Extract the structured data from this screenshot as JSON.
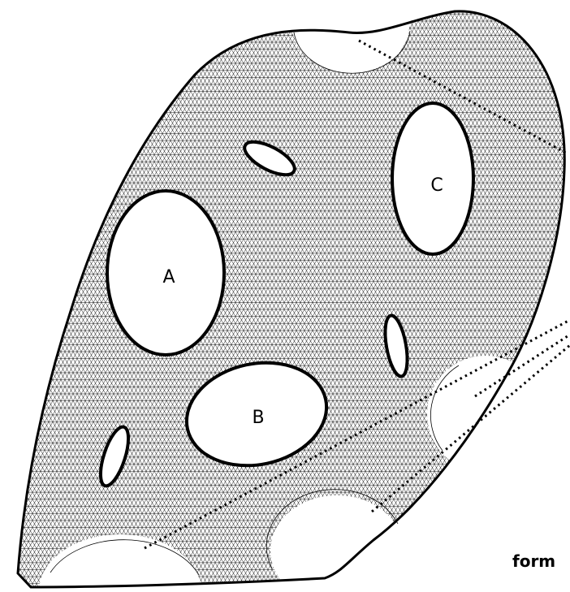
{
  "holes": [
    {
      "id": "A",
      "label": "A"
    },
    {
      "id": "B",
      "label": "B"
    },
    {
      "id": "C",
      "label": "C"
    }
  ],
  "corner_text": "form",
  "colors": {
    "outline": "#000000",
    "mesh": "#000000",
    "background": "#ffffff"
  }
}
